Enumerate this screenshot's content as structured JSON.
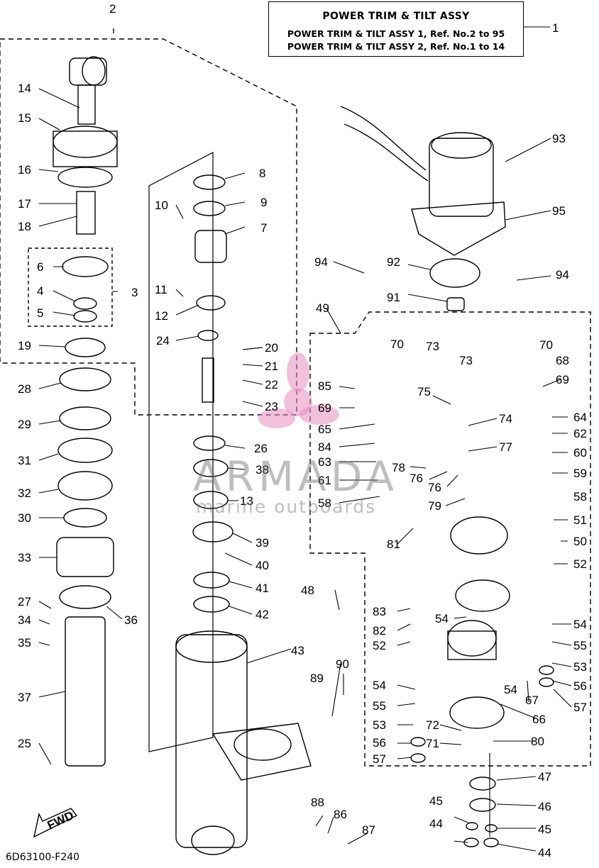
{
  "title_box": {
    "heading": "POWER TRIM & TILT ASSY",
    "line1": "POWER TRIM & TILT ASSY 1,  Ref. No.2 to 95",
    "line2": "POWER TRIM & TILT ASSY 2,  Ref. No.1 to 14"
  },
  "diagram_code": "6D63100-F240",
  "fwd_label": "FWD",
  "watermark": {
    "brand": "ARMADA",
    "tagline": "marine outboards"
  },
  "callouts": [
    "1",
    "2",
    "3",
    "4",
    "5",
    "6",
    "7",
    "8",
    "9",
    "10",
    "11",
    "12",
    "13",
    "14",
    "15",
    "16",
    "17",
    "18",
    "19",
    "20",
    "21",
    "22",
    "23",
    "24",
    "25",
    "26",
    "27",
    "28",
    "29",
    "30",
    "31",
    "32",
    "33",
    "34",
    "35",
    "36",
    "37",
    "38",
    "39",
    "40",
    "41",
    "42",
    "43",
    "44",
    "45",
    "46",
    "47",
    "48",
    "49",
    "50",
    "51",
    "52",
    "53",
    "54",
    "55",
    "56",
    "57",
    "58",
    "59",
    "60",
    "61",
    "62",
    "63",
    "64",
    "65",
    "66",
    "67",
    "68",
    "69",
    "70",
    "71",
    "72",
    "73",
    "74",
    "75",
    "76",
    "77",
    "78",
    "79",
    "80",
    "81",
    "82",
    "83",
    "84",
    "85",
    "86",
    "87",
    "88",
    "89",
    "90",
    "91",
    "92",
    "93",
    "94",
    "95"
  ]
}
